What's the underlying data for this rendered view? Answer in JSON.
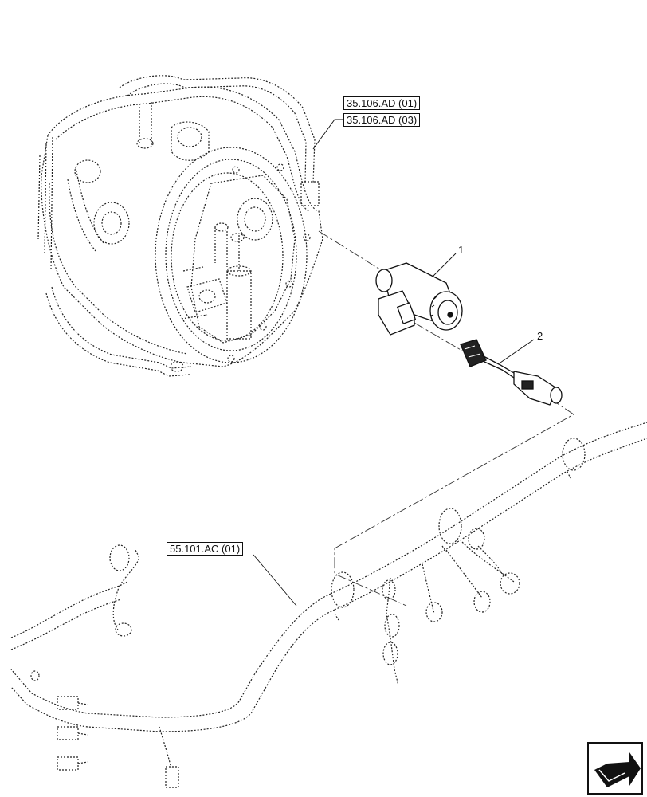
{
  "references": {
    "ref_top_1": "35.106.AD (01)",
    "ref_top_2": "35.106.AD (03)",
    "ref_harness": "55.101.AC (01)"
  },
  "callouts": {
    "item_1": "1",
    "item_2": "2"
  },
  "icons": {
    "nav_icon": "next-page-arrow-icon"
  }
}
